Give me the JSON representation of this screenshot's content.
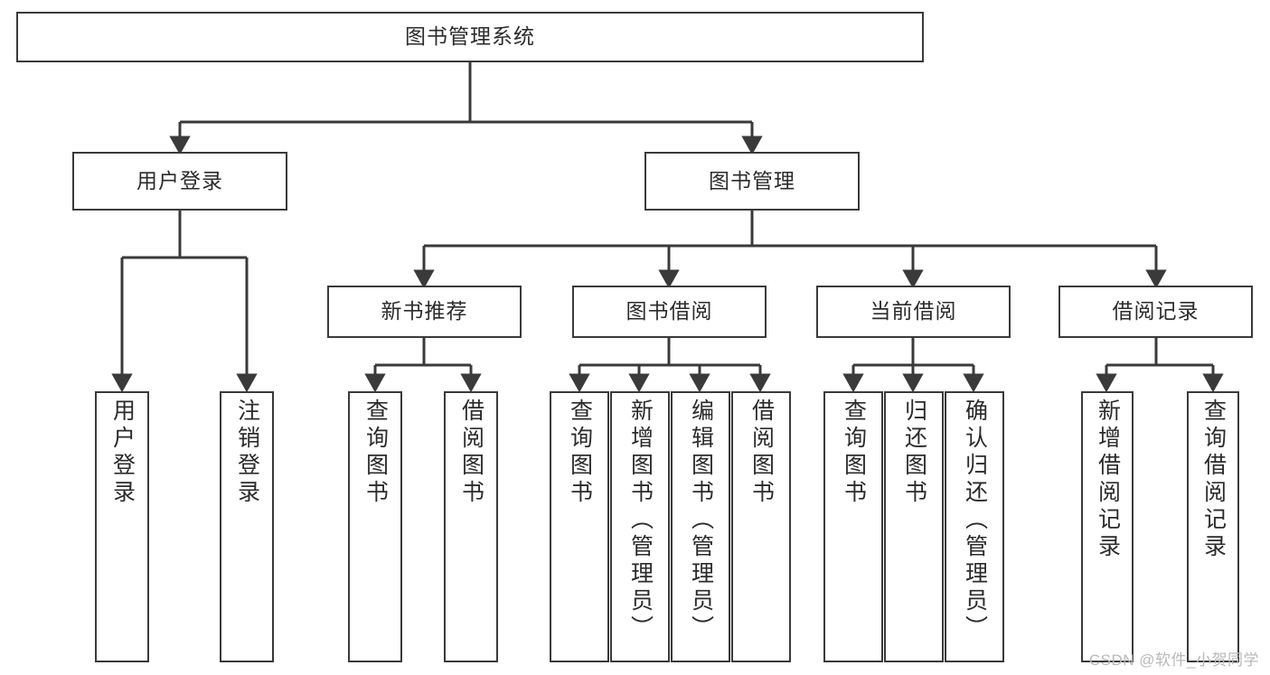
{
  "diagram": {
    "type": "tree-hierarchy-chart",
    "title": "图书管理系统",
    "watermark": "CSDN @软件_小贺同学",
    "colors": {
      "box_border": "#3a3a3a",
      "box_fill": "#ffffff",
      "connector": "#3a3a3a",
      "text": "#2b2b2b",
      "watermark": "#b9b9b9",
      "background": "#ffffff"
    },
    "root": {
      "label": "图书管理系统"
    },
    "level1": [
      {
        "label": "用户登录"
      },
      {
        "label": "图书管理"
      }
    ],
    "level2": [
      {
        "label": "新书推荐"
      },
      {
        "label": "图书借阅"
      },
      {
        "label": "当前借阅"
      },
      {
        "label": "借阅记录"
      }
    ],
    "leaves": {
      "user_login": [
        {
          "label": "用户登录"
        },
        {
          "label": "注销登录"
        }
      ],
      "new_book": [
        {
          "label": "查询图书"
        },
        {
          "label": "借阅图书"
        }
      ],
      "book_borrow": [
        {
          "label": "查询图书"
        },
        {
          "label": "新增图书（管理员）"
        },
        {
          "label": "编辑图书（管理员）"
        },
        {
          "label": "借阅图书"
        }
      ],
      "current_borrow": [
        {
          "label": "查询图书"
        },
        {
          "label": "归还图书"
        },
        {
          "label": "确认归还（管理员）"
        }
      ],
      "borrow_record": [
        {
          "label": "新增借阅记录"
        },
        {
          "label": "查询借阅记录"
        }
      ]
    }
  }
}
